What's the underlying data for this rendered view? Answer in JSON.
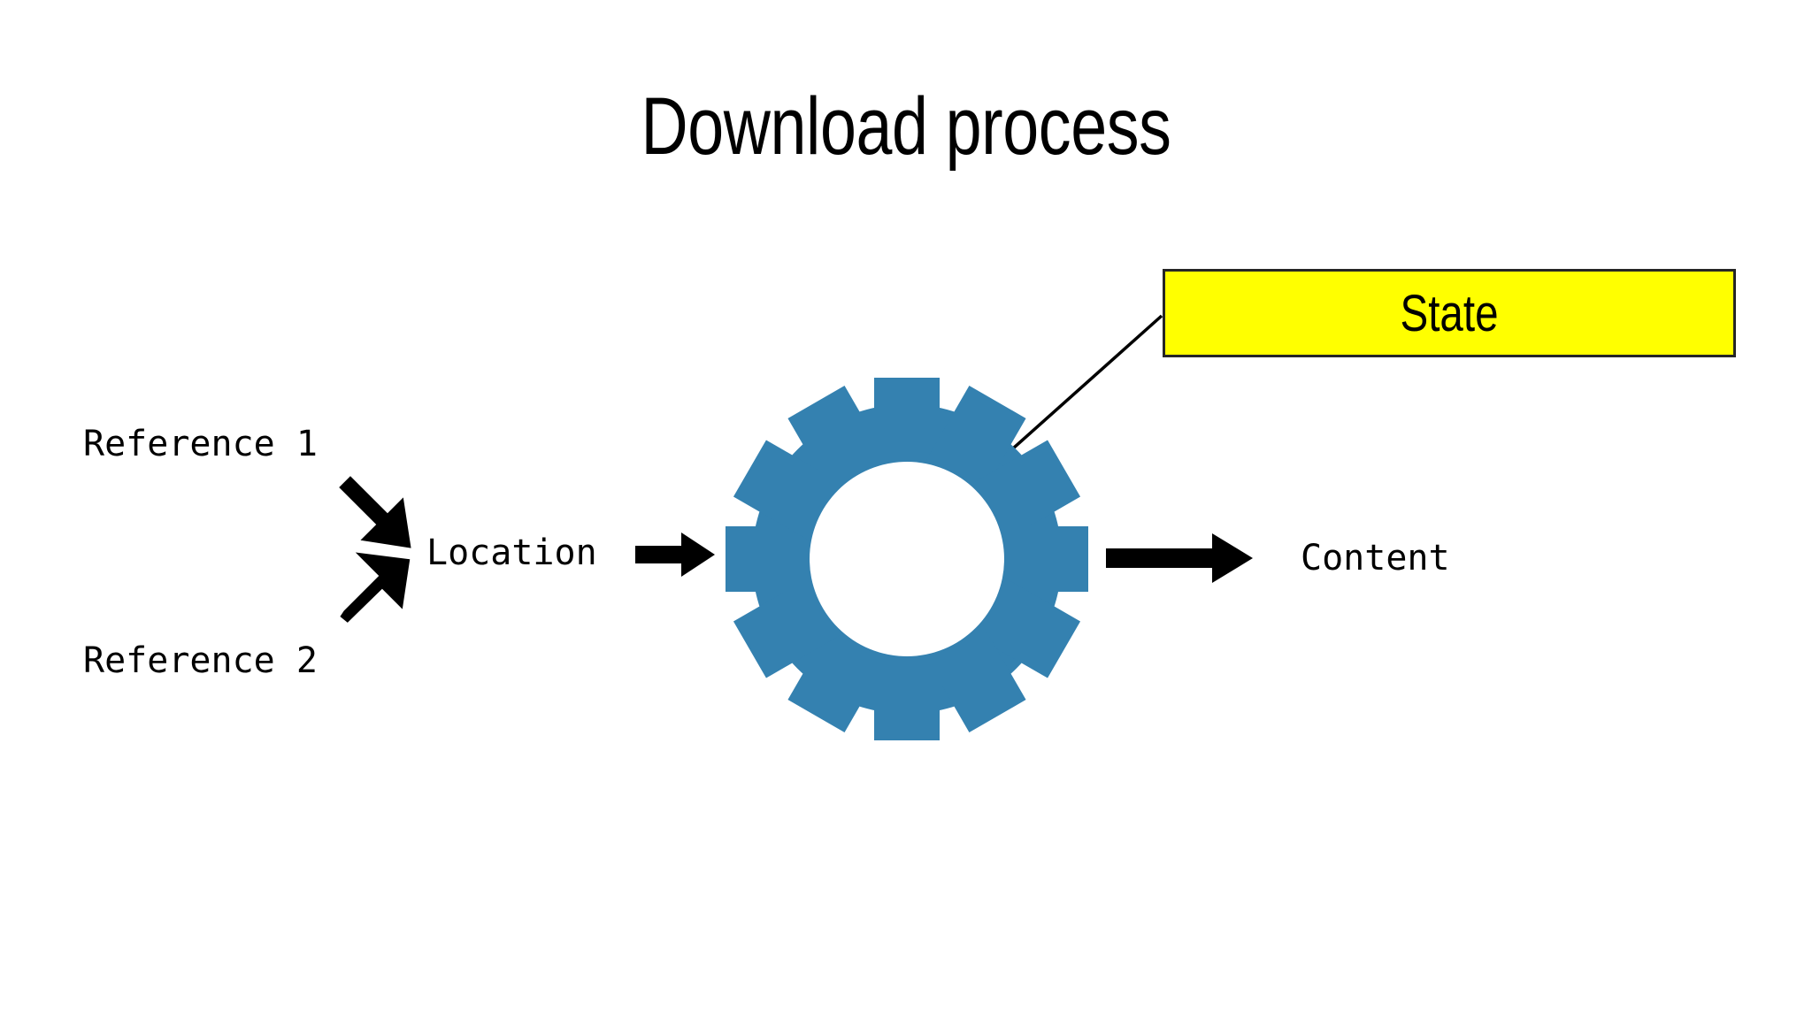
{
  "slide": {
    "title": "Download process",
    "background_color": "#FFFFFF"
  },
  "callout": {
    "label": "State",
    "fill_color": "#FFFF00",
    "border_color": "#262626",
    "points_to": "gear"
  },
  "diagram": {
    "type": "flow",
    "accent_color": "#3481B0",
    "nodes": [
      {
        "id": "reference-1",
        "label": "Reference 1",
        "shape": "text"
      },
      {
        "id": "reference-2",
        "label": "Reference 2",
        "shape": "text"
      },
      {
        "id": "location",
        "label": "Location",
        "shape": "text"
      },
      {
        "id": "process",
        "label": "",
        "shape": "gear",
        "teeth": 12,
        "color": "#3481B0"
      },
      {
        "id": "content",
        "label": "Content",
        "shape": "text"
      }
    ],
    "edges": [
      {
        "from": "reference-1",
        "to": "location",
        "style": "arrow-diagonal-down"
      },
      {
        "from": "reference-2",
        "to": "location",
        "style": "arrow-diagonal-up"
      },
      {
        "from": "location",
        "to": "process",
        "style": "arrow-right"
      },
      {
        "from": "process",
        "to": "content",
        "style": "arrow-right"
      },
      {
        "from": "callout",
        "to": "process",
        "style": "leader-line"
      }
    ]
  },
  "labels": {
    "reference_1": "Reference 1",
    "reference_2": "Reference 2",
    "location": "Location",
    "content": "Content"
  }
}
